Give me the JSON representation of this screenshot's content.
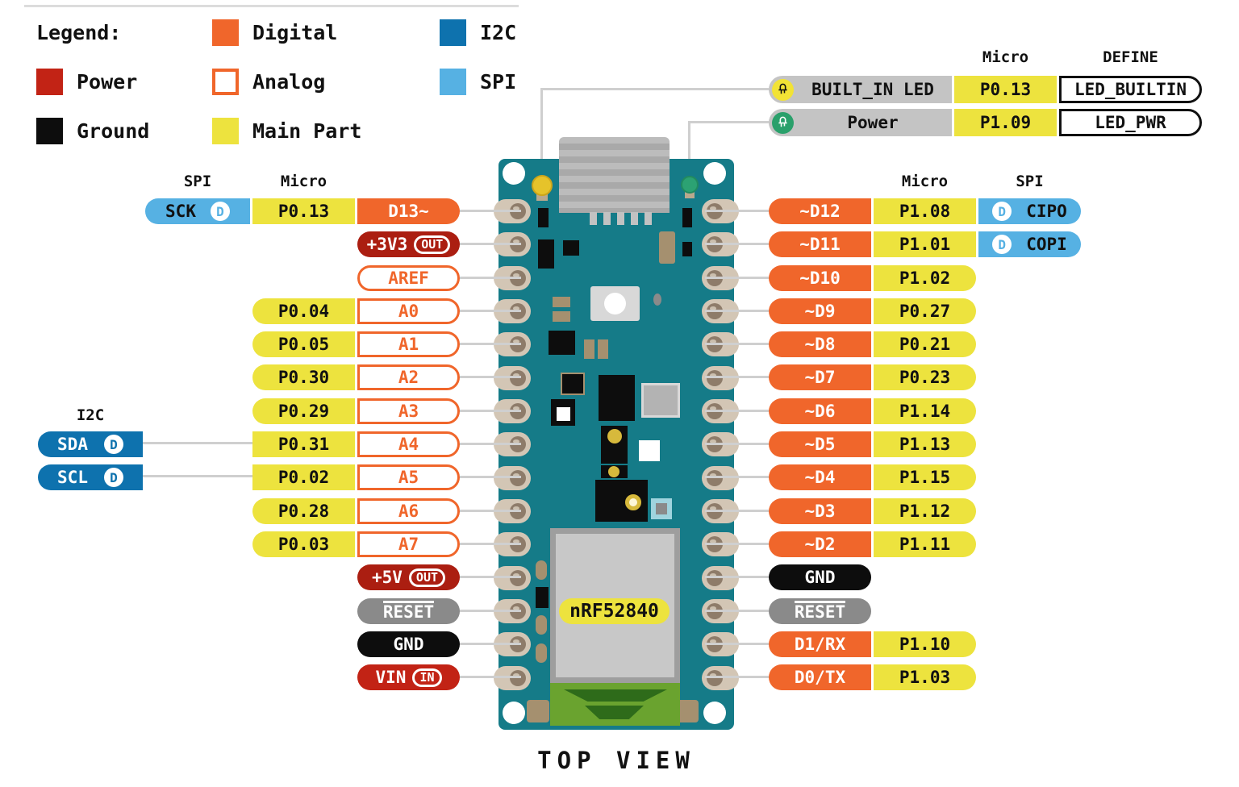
{
  "legend": {
    "title": "Legend:",
    "items": {
      "digital": {
        "label": "Digital",
        "color": "#f0662b"
      },
      "analog": {
        "label": "Analog",
        "color": "#ffffff",
        "border_color": "#f0662b"
      },
      "i2c": {
        "label": "I2C",
        "color": "#0e72ae"
      },
      "spi": {
        "label": "SPI",
        "color": "#56b1e3"
      },
      "power": {
        "label": "Power",
        "color": "#c22315"
      },
      "ground": {
        "label": "Ground",
        "color": "#0d0d0d"
      },
      "main_part": {
        "label": "Main Part",
        "color": "#ede33e"
      }
    }
  },
  "headers": {
    "spi_left": "SPI",
    "micro_left": "Micro",
    "micro_right": "Micro",
    "spi_right": "SPI",
    "micro_top": "Micro",
    "define_top": "DEFINE",
    "i2c": "I2C"
  },
  "led_rows": [
    {
      "label": "BUILT_IN LED",
      "micro": "P0.13",
      "define": "LED_BUILTIN",
      "icon": "led-yellow"
    },
    {
      "label": "Power",
      "micro": "P1.09",
      "define": "LED_PWR",
      "icon": "led-green"
    }
  ],
  "i2c_pins": [
    {
      "label": "SDA",
      "badge": "D"
    },
    {
      "label": "SCL",
      "badge": "D"
    }
  ],
  "left_pins": [
    {
      "spi": "SCK",
      "spi_badge": "D",
      "micro": "P0.13",
      "func": "D13~"
    },
    {
      "func": "+3V3",
      "io": "OUT"
    },
    {
      "func": "AREF"
    },
    {
      "micro": "P0.04",
      "func": "A0"
    },
    {
      "micro": "P0.05",
      "func": "A1"
    },
    {
      "micro": "P0.30",
      "func": "A2"
    },
    {
      "micro": "P0.29",
      "func": "A3"
    },
    {
      "micro": "P0.31",
      "func": "A4"
    },
    {
      "micro": "P0.02",
      "func": "A5"
    },
    {
      "micro": "P0.28",
      "func": "A6"
    },
    {
      "micro": "P0.03",
      "func": "A7"
    },
    {
      "func": "+5V",
      "io": "OUT"
    },
    {
      "func": "RESET"
    },
    {
      "func": "GND"
    },
    {
      "func": "VIN",
      "io": "IN"
    }
  ],
  "right_pins": [
    {
      "func": "~D12",
      "micro": "P1.08",
      "spi": "CIPO",
      "spi_badge": "D"
    },
    {
      "func": "~D11",
      "micro": "P1.01",
      "spi": "COPI",
      "spi_badge": "D"
    },
    {
      "func": "~D10",
      "micro": "P1.02"
    },
    {
      "func": "~D9",
      "micro": "P0.27"
    },
    {
      "func": "~D8",
      "micro": "P0.21"
    },
    {
      "func": "~D7",
      "micro": "P0.23"
    },
    {
      "func": "~D6",
      "micro": "P1.14"
    },
    {
      "func": "~D5",
      "micro": "P1.13"
    },
    {
      "func": "~D4",
      "micro": "P1.15"
    },
    {
      "func": "~D3",
      "micro": "P1.12"
    },
    {
      "func": "~D2",
      "micro": "P1.11"
    },
    {
      "func": "GND"
    },
    {
      "func": "RESET"
    },
    {
      "func": "D1/RX",
      "micro": "P1.10"
    },
    {
      "func": "D0/TX",
      "micro": "P1.03"
    }
  ],
  "board": {
    "chip_label": "nRF52840",
    "view_label": "TOP VIEW"
  },
  "colors": {
    "digital": "#f0662b",
    "i2c": "#0e72ae",
    "spi": "#56b1e3",
    "power": "#ab1e11",
    "vin": "#c22315",
    "ground": "#0d0d0d",
    "main_part": "#ede33e",
    "reset_gray": "#8a8a8a",
    "label_gray": "#c4c4c4",
    "board_teal": "#157b88",
    "connector_line": "#cfcfcf"
  }
}
